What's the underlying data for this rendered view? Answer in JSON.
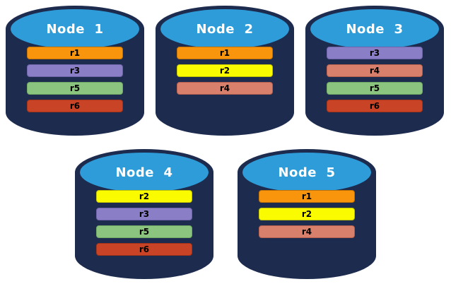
{
  "diagram": {
    "description": "Five database nodes with replicated records r1-r6"
  },
  "colors": {
    "cylinder_body": "#1C2B4E",
    "cylinder_top": "#2E9CD9",
    "label_text": "#FFFFFF",
    "bar_text": "#000000",
    "replicas": {
      "r1": {
        "fill": "#F8950C",
        "border": "#C17203"
      },
      "r2": {
        "fill": "#FBFB00",
        "border": "#C2C200"
      },
      "r3": {
        "fill": "#8A7FC6",
        "border": "#6E63A8"
      },
      "r4": {
        "fill": "#D9806C",
        "border": "#B25F4E"
      },
      "r5": {
        "fill": "#8BC47E",
        "border": "#6FA763"
      },
      "r6": {
        "fill": "#C94426",
        "border": "#A03318"
      }
    }
  },
  "nodes": [
    {
      "label": "Node  1",
      "row": "top",
      "replicas": [
        {
          "id": "r1",
          "label": "r1"
        },
        {
          "id": "r3",
          "label": "r3"
        },
        {
          "id": "r5",
          "label": "r5"
        },
        {
          "id": "r6",
          "label": "r6"
        }
      ]
    },
    {
      "label": "Node  2",
      "row": "top",
      "replicas": [
        {
          "id": "r1",
          "label": "r1"
        },
        {
          "id": "r2",
          "label": "r2"
        },
        {
          "id": "r4",
          "label": "r4"
        }
      ]
    },
    {
      "label": "Node  3",
      "row": "top",
      "replicas": [
        {
          "id": "r3",
          "label": "r3"
        },
        {
          "id": "r4",
          "label": "r4"
        },
        {
          "id": "r5",
          "label": "r5"
        },
        {
          "id": "r6",
          "label": "r6"
        }
      ]
    },
    {
      "label": "Node  4",
      "row": "bottom",
      "replicas": [
        {
          "id": "r2",
          "label": "r2"
        },
        {
          "id": "r3",
          "label": "r3"
        },
        {
          "id": "r5",
          "label": "r5"
        },
        {
          "id": "r6",
          "label": "r6"
        }
      ]
    },
    {
      "label": "Node  5",
      "row": "bottom",
      "replicas": [
        {
          "id": "r1",
          "label": "r1"
        },
        {
          "id": "r2",
          "label": "r2"
        },
        {
          "id": "r4",
          "label": "r4"
        }
      ]
    }
  ]
}
